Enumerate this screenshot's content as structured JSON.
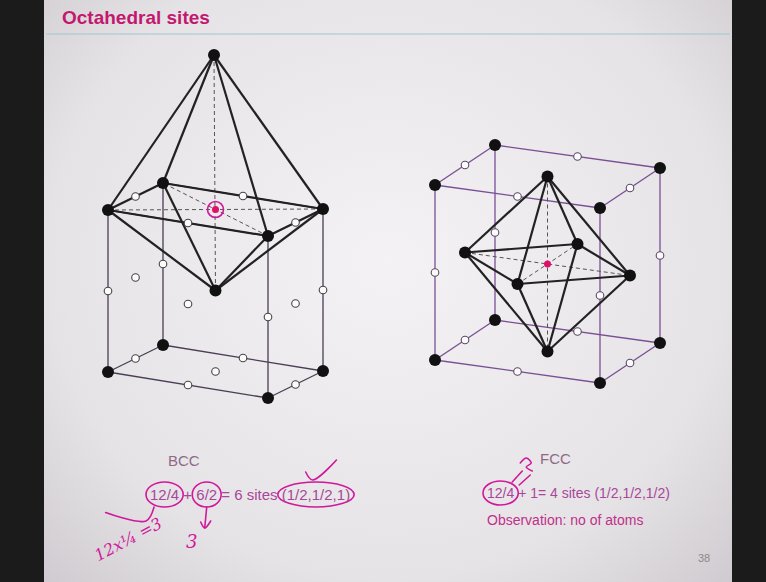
{
  "diagram": {
    "title": "Octahedral sites",
    "labels": [
      "BCC",
      "12/4 + 6/2 = 6 sites (1/2,1/2,1)",
      "12x¼ =3",
      "3",
      "FCC",
      "12/4 + 1= 4 sites (1/2,1/2,1/2)",
      "Observation: no of atoms",
      "38"
    ]
  }
}
